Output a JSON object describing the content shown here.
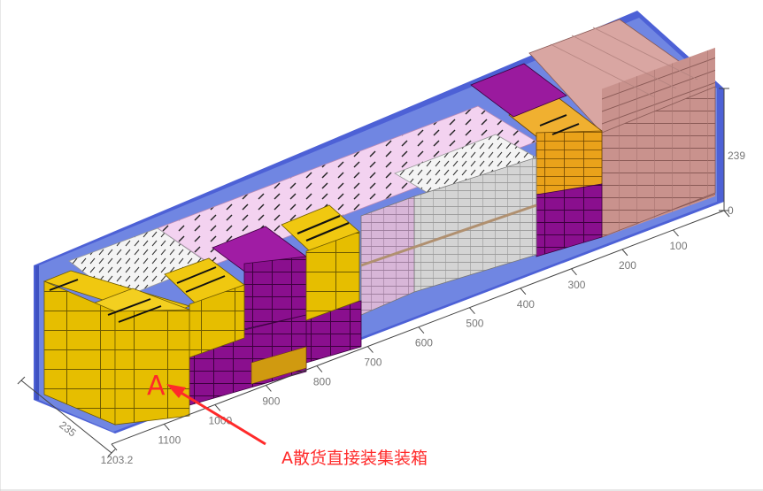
{
  "colors": {
    "container_floor": "#6f84e0",
    "container_wall": "#4d61d6",
    "yellow": "#e8c000",
    "purple": "#8a0f8e",
    "orange": "#eaa21a",
    "pink": "#f3d2f0",
    "light_gray": "#d0d0d0",
    "rose": "#c9928d",
    "annotation": "#ff2a2a"
  },
  "length_axis": {
    "ticks": [
      "0",
      "100",
      "200",
      "300",
      "400",
      "500",
      "600",
      "700",
      "800",
      "900",
      "1000",
      "1100",
      "1203.2"
    ]
  },
  "height_axis": {
    "label": "239",
    "zero": "0"
  },
  "width_axis": {
    "label": "235"
  },
  "annotation": {
    "marker": "A",
    "caption": "A散货直接装集装箱"
  }
}
